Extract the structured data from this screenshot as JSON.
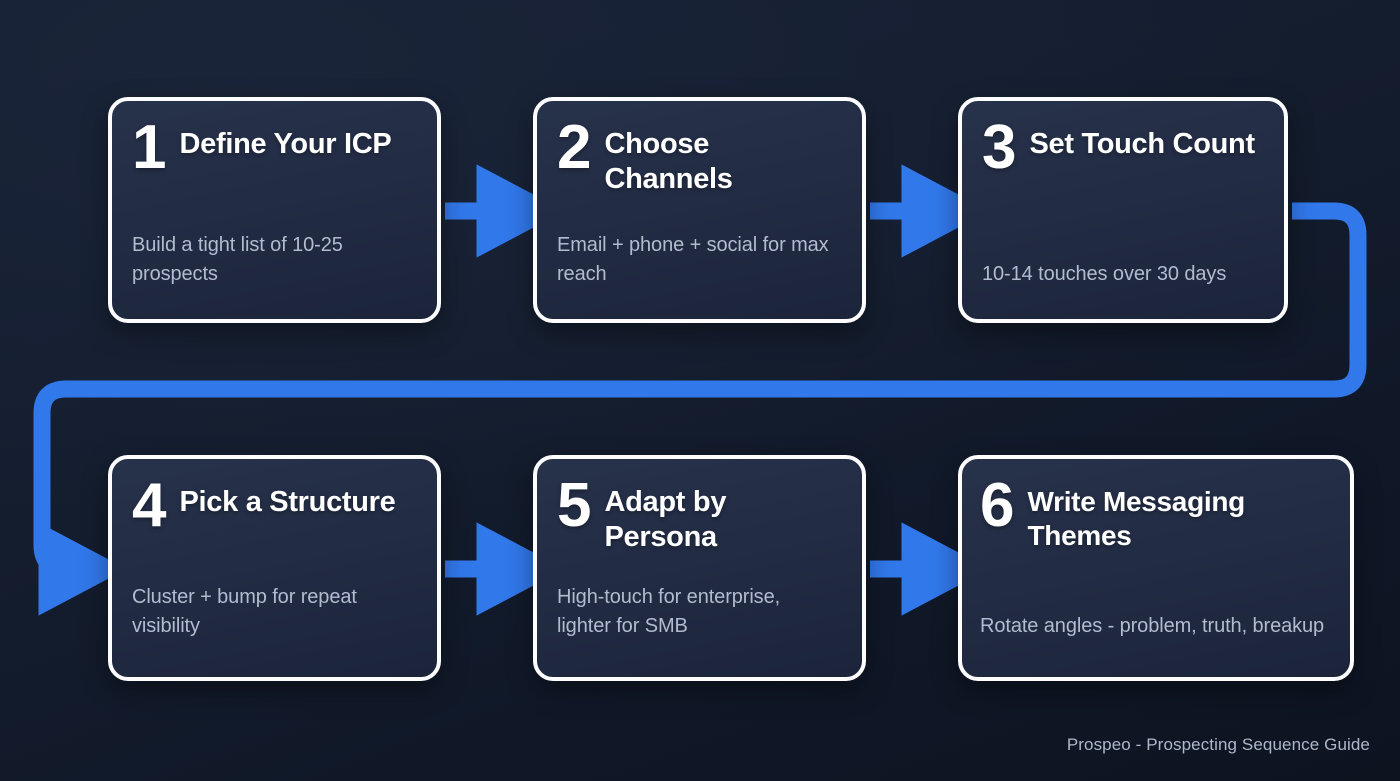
{
  "theme": {
    "background_top": "#172135",
    "background_bottom": "#0d1420",
    "card_fill": "#222c44",
    "card_border": "#fdfdff",
    "accent_blue": "#3178ea",
    "title_color": "#ffffff",
    "description_color": "#b2bcce",
    "footer_color": "#aeb8ca"
  },
  "diagram": {
    "type": "flowchart",
    "layout": "2 rows x 3 columns, serpentine left-to-right then wrap",
    "steps": [
      {
        "number": "1",
        "title": "Define Your ICP",
        "description": "Build a tight list of 10-25 prospects"
      },
      {
        "number": "2",
        "title": "Choose Channels",
        "description": "Email + phone + social for max reach"
      },
      {
        "number": "3",
        "title": "Set Touch Count",
        "description": "10-14 touches over 30 days"
      },
      {
        "number": "4",
        "title": "Pick a Structure",
        "description": "Cluster + bump for repeat visibility"
      },
      {
        "number": "5",
        "title": "Adapt by Persona",
        "description": "High-touch for enterprise, lighter for SMB"
      },
      {
        "number": "6",
        "title": "Write Messaging Themes",
        "description": "Rotate angles - problem, truth, breakup"
      }
    ],
    "connectors": [
      {
        "name": "arrow-1-to-2",
        "kind": "straight-right"
      },
      {
        "name": "arrow-2-to-3",
        "kind": "straight-right"
      },
      {
        "name": "arrow-3-to-4",
        "kind": "wrap-around-down-left"
      },
      {
        "name": "arrow-4-to-5",
        "kind": "straight-right"
      },
      {
        "name": "arrow-5-to-6",
        "kind": "straight-right"
      }
    ]
  },
  "footer": {
    "text": "Prospeo - Prospecting Sequence Guide"
  }
}
